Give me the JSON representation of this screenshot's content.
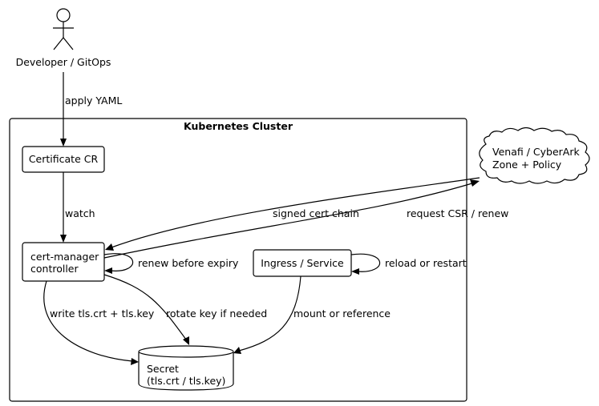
{
  "actor": {
    "label": "Developer / GitOps"
  },
  "cluster": {
    "title": "Kubernetes Cluster"
  },
  "nodes": {
    "certificate_cr": "Certificate CR",
    "cert_manager": [
      "cert-manager",
      "controller"
    ],
    "ingress": "Ingress / Service",
    "secret": [
      "Secret",
      "(tls.crt / tls.key)"
    ],
    "venafi": [
      "Venafi / CyberArk",
      "Zone + Policy"
    ]
  },
  "edges": {
    "apply_yaml": "apply YAML",
    "watch": "watch",
    "renew_before_expiry": "renew before expiry",
    "reload_or_restart": "reload or restart",
    "request_csr": "request CSR / renew",
    "signed_cert_chain": "signed cert chain",
    "write_tls": "write tls.crt + tls.key",
    "rotate_key": "rotate key if needed",
    "mount_or_reference": "mount or reference"
  }
}
